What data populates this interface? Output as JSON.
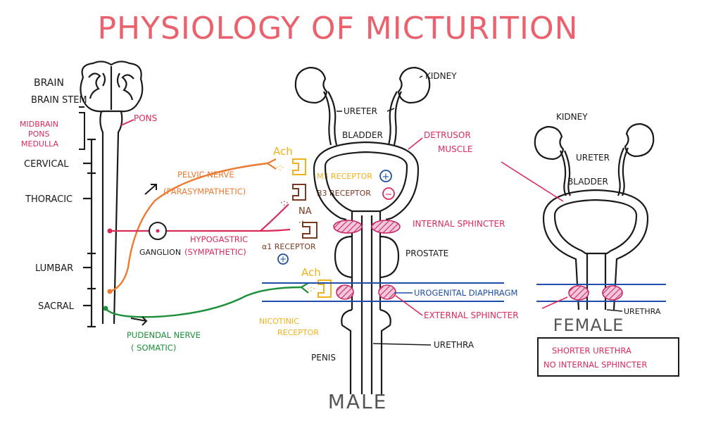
{
  "title": "PHYSIOLOGY OF MICTURITION",
  "colors": {
    "title": "#e9626d",
    "pink": "#d92b5c",
    "orange": "#ec7a30",
    "green": "#1e8f3a",
    "yellow": "#f0b21b",
    "brown": "#7a3a22",
    "blue": "#1f4ea8",
    "ink": "#1a1a1a",
    "hatch": "#c72a6a"
  },
  "cns": {
    "brain": "BRAIN",
    "brain_stem": "BRAIN STEM",
    "midbrain": "MIDBRAIN",
    "pons": "PONS",
    "medulla": "MEDULLA",
    "pons_label": "PONS",
    "cervical": "CERVICAL",
    "thoracic": "THORACIC",
    "lumbar": "LUMBAR",
    "sacral": "SACRAL"
  },
  "nerves": {
    "pelvic": "PELVIC NERVE",
    "pelvic_sub": "(PARASYMPATHETIC)",
    "hypogastric": "HYPOGASTRIC",
    "hypogastric_sub": "(SYMPATHETIC)",
    "ganglion": "GANGLION",
    "pudendal": "PUDENDAL NERVE",
    "pudendal_sub": "( SOMATIC)"
  },
  "receptors": {
    "ach_top": "Ach",
    "m3": "M3 RECEPTOR",
    "b3": "B3 RECEPTOR",
    "na": "NA",
    "alpha1": "α1 RECEPTOR",
    "ach_bottom": "Ach",
    "nicotinic": "NICOTINIC",
    "nicotinic_sub": "RECEPTOR",
    "plus": "+",
    "minus": "−"
  },
  "male": {
    "kidney": "KIDNEY",
    "ureter": "URETER",
    "bladder": "BLADDER",
    "detrusor": "DETRUSOR",
    "detrusor_sub": "MUSCLE",
    "internal_sphincter": "INTERNAL SPHINCTER",
    "prostate": "PROSTATE",
    "urogenital": "UROGENITAL DIAPHRAGM",
    "external_sphincter": "EXTERNAL SPHINCTER",
    "urethra": "URETHRA",
    "penis": "PENIS",
    "label": "MALE"
  },
  "female": {
    "kidney": "KIDNEY",
    "ureter": "URETER",
    "bladder": "BLADDER",
    "urethra": "URETHRA",
    "label": "FEMALE",
    "note1": "SHORTER URETHRA",
    "note2": "NO INTERNAL SPHINCTER"
  }
}
